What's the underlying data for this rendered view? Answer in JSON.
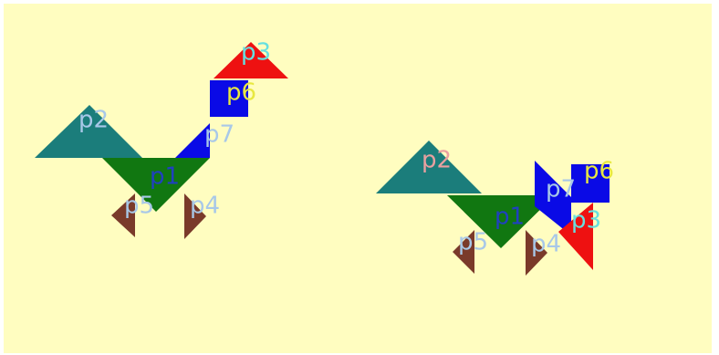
{
  "colors": {
    "background": "#fffdc0",
    "p1": "#117711",
    "p2": "#1b7d7b",
    "p3": "#ee1111",
    "p4": "#7a3a2a",
    "p5": "#7a3a2a",
    "p6": "#0a0ae6",
    "p7": "#0a0ae6",
    "label_light": "#a8c8e8",
    "label_dark": "#2040c0",
    "label_cyan": "#66e0e0",
    "label_yellow": "#e8e840",
    "label_pink": "#e8a0a0"
  },
  "left_figure": {
    "labels": {
      "p1": "p1",
      "p2": "p2",
      "p3": "p3",
      "p4": "p4",
      "p5": "p5",
      "p6": "p6",
      "p7": "p7"
    }
  },
  "right_figure": {
    "labels": {
      "p1": "p1",
      "p2": "p2",
      "p3": "p3",
      "p4": "p4",
      "p5": "p5",
      "p6": "p6",
      "p7": "p7"
    }
  }
}
